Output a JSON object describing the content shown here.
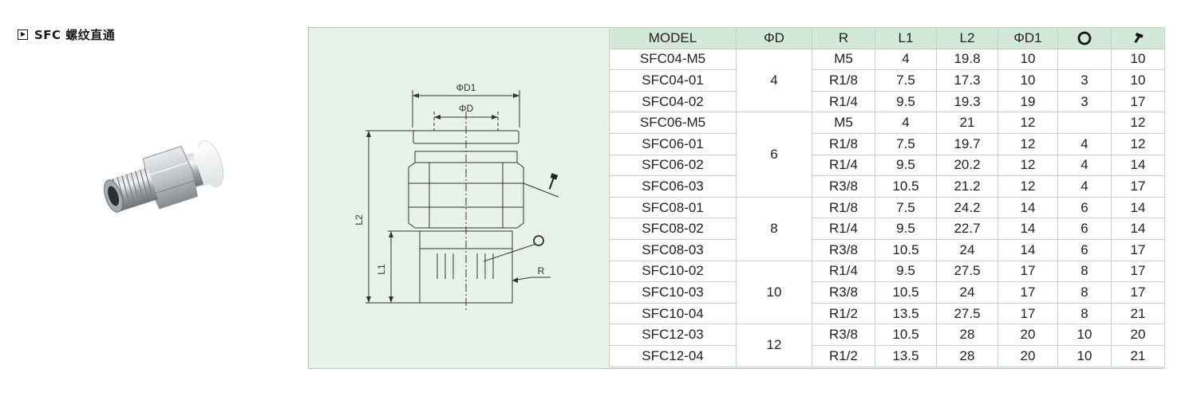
{
  "heading": {
    "title": "SFC 螺纹直通"
  },
  "drawing": {
    "label_d1": "ΦD1",
    "label_d": "ΦD",
    "label_l2": "L2",
    "label_l1": "L1",
    "label_r": "R"
  },
  "table": {
    "headers": {
      "model": "MODEL",
      "d": "ΦD",
      "r": "R",
      "l1": "L1",
      "l2": "L2",
      "d1": "ΦD1",
      "o_icon": "o-ring-icon",
      "w_icon": "wrench-icon"
    },
    "groups": [
      {
        "d": "4",
        "rows": [
          {
            "model": "SFC04-M5",
            "r": "M5",
            "l1": "4",
            "l2": "19.8",
            "d1": "10",
            "o": "",
            "w": "10"
          },
          {
            "model": "SFC04-01",
            "r": "R1/8",
            "l1": "7.5",
            "l2": "17.3",
            "d1": "10",
            "o": "3",
            "w": "10"
          },
          {
            "model": "SFC04-02",
            "r": "R1/4",
            "l1": "9.5",
            "l2": "19.3",
            "d1": "19",
            "o": "3",
            "w": "17"
          }
        ]
      },
      {
        "d": "6",
        "rows": [
          {
            "model": "SFC06-M5",
            "r": "M5",
            "l1": "4",
            "l2": "21",
            "d1": "12",
            "o": "",
            "w": "12"
          },
          {
            "model": "SFC06-01",
            "r": "R1/8",
            "l1": "7.5",
            "l2": "19.7",
            "d1": "12",
            "o": "4",
            "w": "12"
          },
          {
            "model": "SFC06-02",
            "r": "R1/4",
            "l1": "9.5",
            "l2": "20.2",
            "d1": "12",
            "o": "4",
            "w": "14"
          },
          {
            "model": "SFC06-03",
            "r": "R3/8",
            "l1": "10.5",
            "l2": "21.2",
            "d1": "12",
            "o": "4",
            "w": "17"
          }
        ]
      },
      {
        "d": "8",
        "rows": [
          {
            "model": "SFC08-01",
            "r": "R1/8",
            "l1": "7.5",
            "l2": "24.2",
            "d1": "14",
            "o": "6",
            "w": "14"
          },
          {
            "model": "SFC08-02",
            "r": "R1/4",
            "l1": "9.5",
            "l2": "22.7",
            "d1": "14",
            "o": "6",
            "w": "14"
          },
          {
            "model": "SFC08-03",
            "r": "R3/8",
            "l1": "10.5",
            "l2": "24",
            "d1": "14",
            "o": "6",
            "w": "17"
          }
        ]
      },
      {
        "d": "10",
        "rows": [
          {
            "model": "SFC10-02",
            "r": "R1/4",
            "l1": "9.5",
            "l2": "27.5",
            "d1": "17",
            "o": "8",
            "w": "17"
          },
          {
            "model": "SFC10-03",
            "r": "R3/8",
            "l1": "10.5",
            "l2": "24",
            "d1": "17",
            "o": "8",
            "w": "17"
          },
          {
            "model": "SFC10-04",
            "r": "R1/2",
            "l1": "13.5",
            "l2": "27.5",
            "d1": "17",
            "o": "8",
            "w": "21"
          }
        ]
      },
      {
        "d": "12",
        "rows": [
          {
            "model": "SFC12-03",
            "r": "R3/8",
            "l1": "10.5",
            "l2": "28",
            "d1": "20",
            "o": "10",
            "w": "20"
          },
          {
            "model": "SFC12-04",
            "r": "R1/2",
            "l1": "13.5",
            "l2": "28",
            "d1": "20",
            "o": "10",
            "w": "21"
          }
        ]
      }
    ]
  }
}
